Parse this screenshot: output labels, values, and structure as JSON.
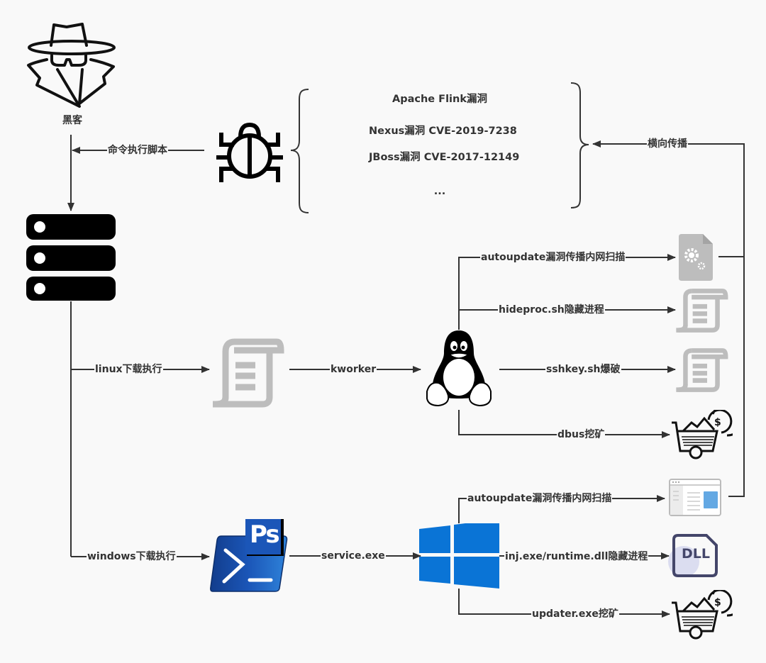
{
  "nodes": {
    "hacker": {
      "label": "黑客",
      "icon": "hacker-spy-icon"
    },
    "bug": {
      "icon": "bug-icon"
    },
    "server": {
      "icon": "server-stack-icon"
    },
    "linux_script": {
      "icon": "script-scroll-icon"
    },
    "linux": {
      "icon": "linux-tux-icon"
    },
    "powershell": {
      "icon": "powershell-icon",
      "badge": "Ps"
    },
    "windows": {
      "icon": "windows-logo-icon"
    },
    "gear_file": {
      "icon": "gear-file-icon"
    },
    "hideproc_script": {
      "icon": "script-scroll-icon"
    },
    "sshkey_script": {
      "icon": "script-scroll-icon"
    },
    "linux_miner": {
      "icon": "mining-cart-icon"
    },
    "win_scanner": {
      "icon": "browser-window-icon"
    },
    "dll": {
      "icon": "dll-file-icon",
      "label": "DLL"
    },
    "win_miner": {
      "icon": "mining-cart-icon"
    }
  },
  "vulnerabilities": [
    "Apache Flink漏洞",
    "Nexus漏洞 CVE-2019-7238",
    "JBoss漏洞 CVE-2017-12149",
    "..."
  ],
  "edges": {
    "cmd_script": "命令执行脚本",
    "lateral": "横向传播",
    "linux_download": "linux下载执行",
    "kworker": "kworker",
    "linux_autoupdate": "autoupdate漏洞传播内网扫描",
    "hideproc": "hideproc.sh隐藏进程",
    "sshkey": "sshkey.sh爆破",
    "dbus": "dbus挖矿",
    "windows_download": "windows下载执行",
    "service": "service.exe",
    "win_autoupdate": "autoupdate漏洞传播内网扫描",
    "inj": "inj.exe/runtime.dll隐藏进程",
    "updater": "updater.exe挖矿"
  },
  "colors": {
    "line": "#333333",
    "icon_gray": "#bdbdbd",
    "ps_blue": "#1b56b8",
    "win_blue": "#0a74d6",
    "dll_border": "#44466a",
    "browser_accent": "#63a8e3"
  }
}
